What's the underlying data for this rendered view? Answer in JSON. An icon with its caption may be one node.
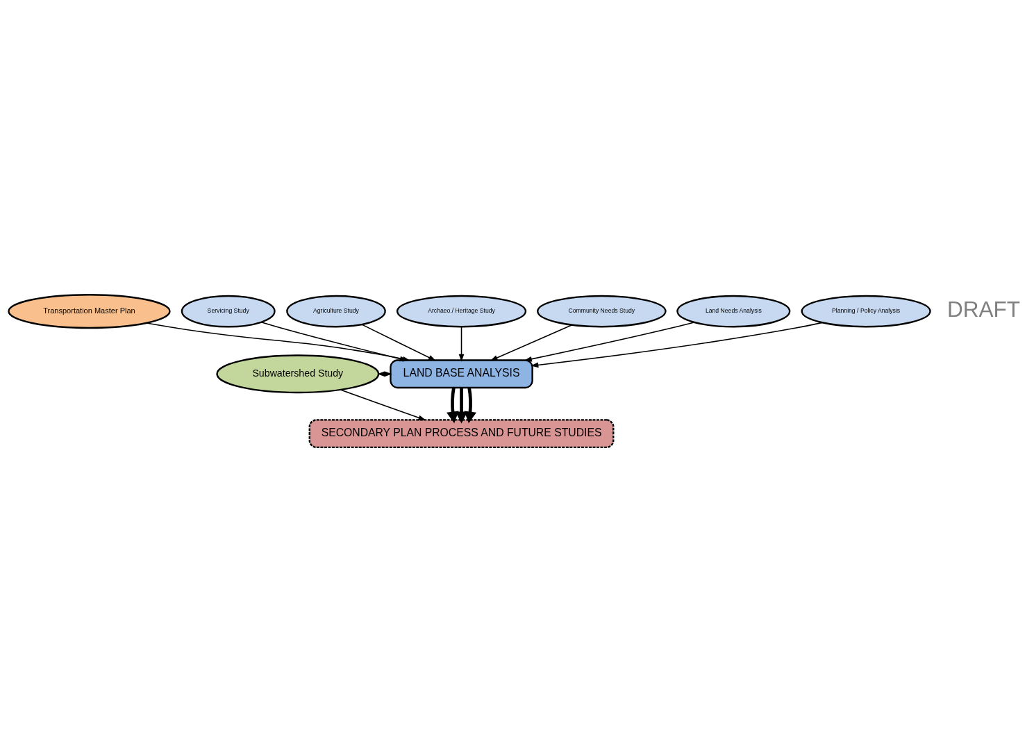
{
  "diagram": {
    "nodes": [
      {
        "text": [
          "Transportation Master Plan"
        ]
      },
      {
        "text": [
          "Servicing Study"
        ]
      },
      {
        "text": [
          "Agriculture Study"
        ]
      },
      {
        "text": [
          "Archaeo./ Heritage Study"
        ]
      },
      {
        "text": [
          "LAND BASE ANALYSIS"
        ]
      },
      {
        "text": [
          "Subwatershed Study"
        ]
      },
      {
        "text": [
          "Community Needs Study"
        ]
      },
      {
        "text": [
          "Land Needs Analysis"
        ]
      },
      {
        "text": [
          "Planning / Policy Analysis"
        ]
      },
      {
        "text": [
          "SECONDARY PLAN PROCESS AND FUTURE STUDIES"
        ]
      }
    ],
    "edges": [
      {
        "from": 0,
        "to": 4,
        "arrow": "to"
      },
      {
        "from": 1,
        "to": 4,
        "arrow": "to"
      },
      {
        "from": 2,
        "to": 4,
        "arrow": "to"
      },
      {
        "from": 3,
        "to": 4,
        "arrow": "to"
      },
      {
        "from": 6,
        "to": 4,
        "arrow": "to"
      },
      {
        "from": 7,
        "to": 4,
        "arrow": "to"
      },
      {
        "from": 8,
        "to": 4,
        "arrow": "to"
      },
      {
        "from": 5,
        "to": 4,
        "arrow": "both"
      },
      {
        "from": 5,
        "to": 9,
        "arrow": "to"
      },
      {
        "from": 4,
        "to": 9,
        "arrow": "to",
        "style": "thick"
      },
      {
        "from": 4,
        "to": 9,
        "arrow": "to",
        "style": "thick"
      },
      {
        "from": 4,
        "to": 9,
        "arrow": "to",
        "style": "thick"
      }
    ],
    "labels": [
      "DRAFT"
    ]
  }
}
